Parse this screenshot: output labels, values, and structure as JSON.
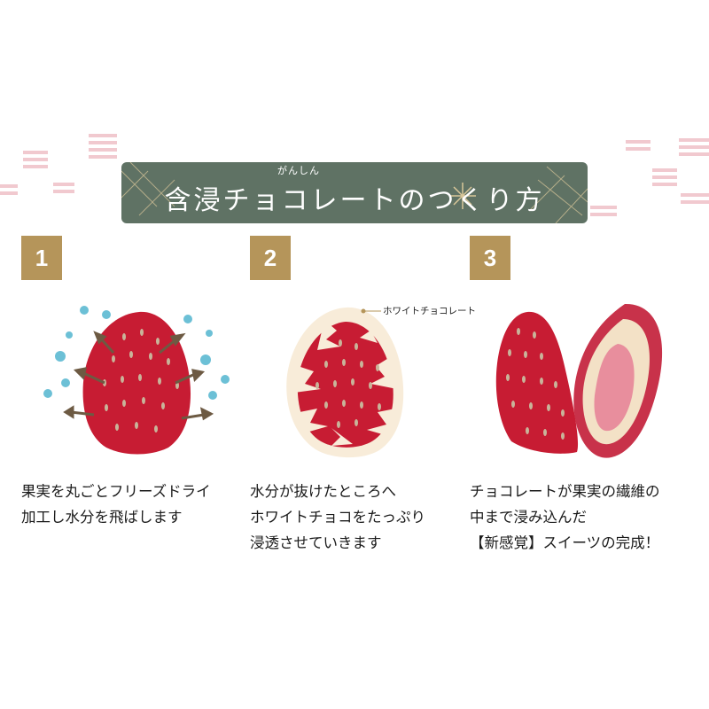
{
  "banner": {
    "title": "含浸チョコレートのつくり方",
    "ruby": "がんしん"
  },
  "steps": [
    {
      "number": "1",
      "caption_lines": [
        "果実を丸ごとフリーズドライ",
        "加工し水分を飛ばします"
      ]
    },
    {
      "number": "2",
      "callout": "ホワイトチョコレート",
      "caption_lines": [
        "水分が抜けたところへ",
        "ホワイトチョコをたっぷり",
        "浸透させていきます"
      ]
    },
    {
      "number": "3",
      "caption_lines": [
        "チョコレートが果実の繊維の",
        "中まで浸み込んだ",
        "【新感覚】スイーツの完成！"
      ]
    }
  ],
  "colors": {
    "banner_bg": "#5f7264",
    "step_badge": "#b5955a",
    "strawberry": "#c71c33",
    "white_chocolate": "#f8ecd9",
    "droplet": "#6cc0d6",
    "arrow": "#6d5a43",
    "decor_pink": "#f1c9cf"
  }
}
